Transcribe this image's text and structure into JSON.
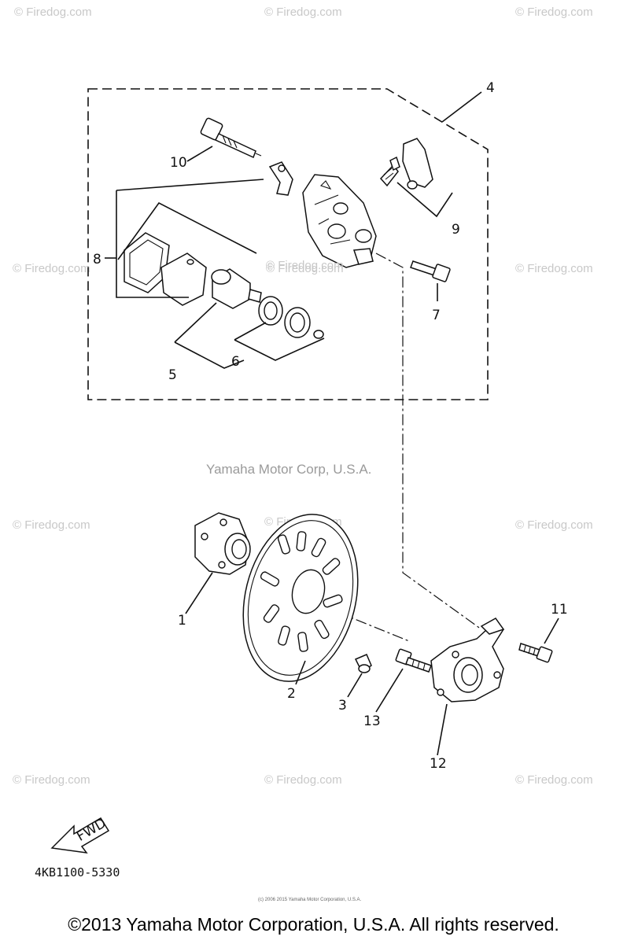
{
  "watermark": "© Firedog.com",
  "center_watermark": "Yamaha Motor Corp, U.S.A.",
  "callouts": {
    "c1": "1",
    "c2": "2",
    "c3": "3",
    "c4": "4",
    "c5": "5",
    "c6": "6",
    "c7": "7",
    "c8": "8",
    "c9": "9",
    "c10": "10",
    "c11": "11",
    "c12": "12",
    "c13": "13"
  },
  "fwd_label": "FWD",
  "diagram_code": "4KB1100-5330",
  "tiny_notice": "(c) 2006 2015 Yamaha Motor Corporation, U.S.A.",
  "copyright": "©2013 Yamaha Motor Corporation, U.S.A. All rights reserved."
}
